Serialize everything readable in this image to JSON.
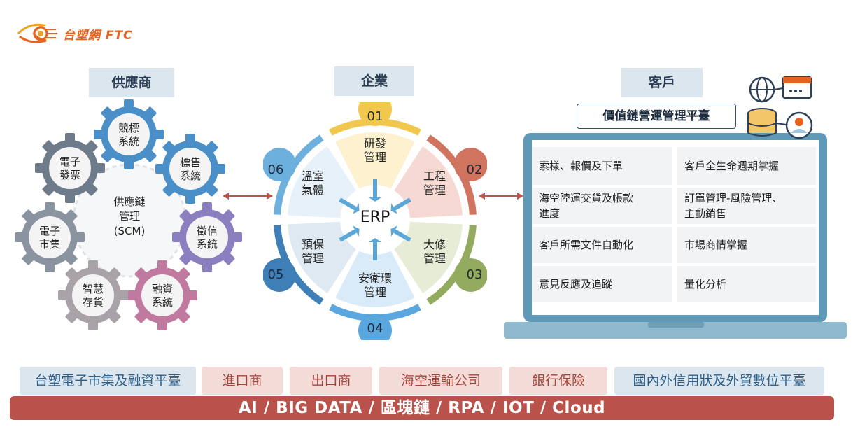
{
  "logo": {
    "text": "台塑網 FTC"
  },
  "headers": {
    "supplier": "供應商",
    "enterprise": "企業",
    "customer": "客戶"
  },
  "suppliers": {
    "center": "供應鏈\n管理\n(SCM)",
    "gears": [
      {
        "label": "競標\n系統",
        "color": "#4a8fc8"
      },
      {
        "label": "標售\n系統",
        "color": "#4a8fc8"
      },
      {
        "label": "徵信\n系統",
        "color": "#8b7fc0"
      },
      {
        "label": "融資\n系統",
        "color": "#c07aa0"
      },
      {
        "label": "智慧\n存貨",
        "color": "#a9a3a9"
      },
      {
        "label": "電子\n市集",
        "color": "#8a93a0"
      },
      {
        "label": "電子\n發票",
        "color": "#6e7b8a"
      }
    ]
  },
  "erp": {
    "center": "ERP",
    "segments": [
      {
        "num": "01",
        "label": "研發\n管理",
        "color": "#f2c74e",
        "fill": "#fdf1cf"
      },
      {
        "num": "02",
        "label": "工程\n管理",
        "color": "#d0735f",
        "fill": "#f6d9d2"
      },
      {
        "num": "03",
        "label": "大修\n管理",
        "color": "#93ab5e",
        "fill": "#e6ecd6"
      },
      {
        "num": "04",
        "label": "安衛環\n管理",
        "color": "#5aa7e0",
        "fill": "#d9ebf8"
      },
      {
        "num": "05",
        "label": "預保\n管理",
        "color": "#3f7fb8",
        "fill": "#dfe9f2"
      },
      {
        "num": "06",
        "label": "溫室\n氣體",
        "color": "#6db0dd",
        "fill": "#e6f1f9"
      }
    ]
  },
  "platform": {
    "title": "價值鏈營運管理平臺",
    "cells": [
      "索樣、報價及下單",
      "客戶全生命週期掌握",
      "海空陸運交貨及帳款\n進度",
      "訂單管理-風險管理、\n主動銷售",
      "客戶所需文件自動化",
      "市場商情掌握",
      "意見反應及追蹤",
      "量化分析"
    ]
  },
  "partners": [
    {
      "label": "台塑電子市集及融資平臺",
      "style": "blue"
    },
    {
      "label": "進口商",
      "style": "pink"
    },
    {
      "label": "出口商",
      "style": "pink"
    },
    {
      "label": "海空運輸公司",
      "style": "pink"
    },
    {
      "label": "銀行保險",
      "style": "pink"
    },
    {
      "label": "國內外信用狀及外貿數位平臺",
      "style": "blue"
    }
  ],
  "tech_bar": "AI / BIG DATA / 區塊鏈  / RPA / IOT / Cloud"
}
